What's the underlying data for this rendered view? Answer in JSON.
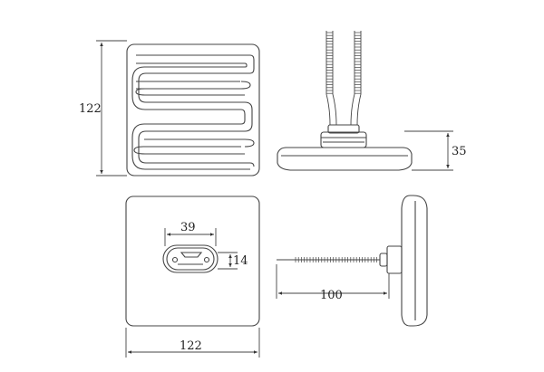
{
  "dimensions": {
    "front_height": "122",
    "side_height": "35",
    "rear_slot_width": "39",
    "rear_slot_height": "14",
    "lead_length": "100",
    "rear_width": "122"
  },
  "colors": {
    "line": "#444444",
    "heater_fill": "#f4f4f4",
    "background": "#ffffff"
  }
}
